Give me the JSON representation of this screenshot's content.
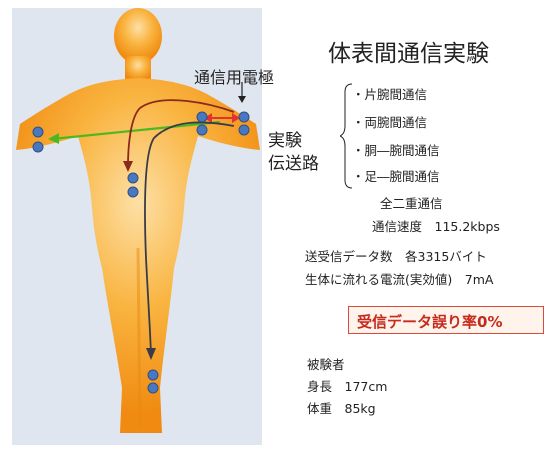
{
  "title": "体表間通信実験",
  "electrode_label": "通信用電極",
  "experiment_routes": {
    "label_line1": "実験",
    "label_line2": "伝送路",
    "routes": [
      "・片腕間通信",
      "・両腕間通信",
      "・胴―腕間通信",
      "・足―腕間通信"
    ]
  },
  "communication": {
    "mode": "全二重通信",
    "speed": "通信速度　115.2kbps",
    "data_count": "送受信データ数　各3315バイト",
    "current": "生体に流れる電流(実効値)　7mA"
  },
  "error_rate": "受信データ誤り率0%",
  "subject": {
    "heading": "被験者",
    "height": "身長　177cm",
    "weight": "体重　85kg"
  },
  "colors": {
    "body_fill": "#f5a024",
    "background_panel": "#dfe6ef",
    "electrode": "#4a78c0",
    "arrow_red": "#e23232",
    "arrow_green": "#4cb820",
    "arrow_brown": "#8b2a1c",
    "arrow_dark": "#3a3a48",
    "error_text": "#c62a1c"
  }
}
